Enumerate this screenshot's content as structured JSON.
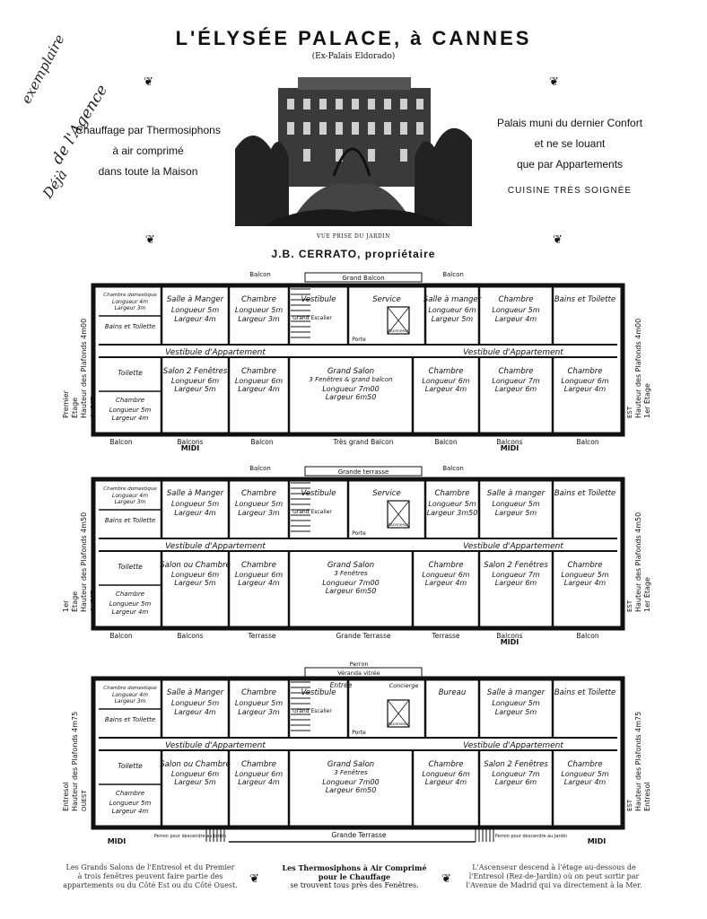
{
  "header": {
    "title": "L'ÉLYSÉE PALACE, à CANNES",
    "subtitle": "(Ex-Palais Eldorado)",
    "left_lines": [
      "Chauffage par Thermosiphons",
      "à air comprimé",
      "dans toute la Maison"
    ],
    "right_lines": [
      "Palais muni du dernier Confort",
      "et ne se louant",
      "que par Appartements",
      "CUISINE TRÈS SOIGNÉE"
    ],
    "photo_caption": "VUE PRISE DU JARDIN",
    "owner": "J.B. CERRATO, propriétaire"
  },
  "handwriting": {
    "top_left": [
      "exemplaire",
      "de l'Agence",
      "Déjà"
    ]
  },
  "floors": [
    {
      "label_left": [
        "Premier",
        "Étage",
        "Hauteur des Plafonds 4m00",
        "OUEST"
      ],
      "label_right": [
        "EST",
        "Hauteur des Plafonds 4m00",
        "1er Étage"
      ],
      "top_labels": [
        "Balcon",
        "Grand Balcon",
        "Balcon"
      ],
      "bottom_labels": [
        "Balcon",
        "Balcons",
        "MIDI",
        "Balcon",
        "Très grand Balcon",
        "Balcon",
        "Balcons",
        "MIDI",
        "Balcon"
      ],
      "corridor_left": "Vestibule d'Appartement",
      "corridor_right": "Vestibule d'Appartement",
      "rooms_top": [
        {
          "name": "Chambre domestique",
          "l": "Longueur 4m",
          "w": "Largeur 3m"
        },
        {
          "name": "Salle à Manger",
          "l": "Longueur 5m",
          "w": "Largeur 4m"
        },
        {
          "name": "Chambre",
          "l": "Longueur 5m",
          "w": "Largeur 3m"
        },
        {
          "name": "Vestibule",
          "l": "",
          "w": ""
        },
        {
          "name": "Service",
          "l": "",
          "w": ""
        },
        {
          "name": "Salle à manger",
          "l": "Longueur 6m",
          "w": "Largeur 5m"
        },
        {
          "name": "Chambre",
          "l": "Longueur 5m",
          "w": "Largeur 4m"
        },
        {
          "name": "Bains et Toilette",
          "l": "",
          "w": ""
        }
      ],
      "rooms_bottom": [
        {
          "name": "Chambre",
          "l": "Longueur 5m",
          "w": "Largeur 4m"
        },
        {
          "name": "Salon 2 Fenêtres",
          "l": "Longueur 6m",
          "w": "Largeur 5m"
        },
        {
          "name": "Chambre",
          "l": "Longueur 6m",
          "w": "Largeur 4m"
        },
        {
          "name": "Grand Salon 3 Fenêtres & grand balcon",
          "l": "Longueur 7m00",
          "w": "Largeur 6m50"
        },
        {
          "name": "Chambre",
          "l": "Longueur 6m",
          "w": "Largeur 4m"
        },
        {
          "name": "Chambre",
          "l": "Longueur 7m",
          "w": "Largeur 6m"
        },
        {
          "name": "Chambre",
          "l": "Longueur 6m",
          "w": "Largeur 4m"
        }
      ],
      "left_small": [
        "Bains et Toilette",
        "Toilette"
      ],
      "stairs": "Grand Escalier",
      "lift": "Ascenseur",
      "porte": "Porte"
    },
    {
      "label_left": [
        "1er",
        "Étage",
        "Hauteur des Plafonds 4m50",
        "OUEST"
      ],
      "label_right": [
        "EST",
        "Hauteur des Plafonds 4m50",
        "1er Étage"
      ],
      "top_labels": [
        "Balcon",
        "Grande terrasse",
        "Balcon"
      ],
      "bottom_labels": [
        "Balcon",
        "Balcons",
        "Terrasse",
        "Grande Terrasse",
        "Terrasse",
        "Balcons",
        "MIDI",
        "Balcon"
      ],
      "corridor_left": "Vestibule d'Appartement",
      "corridor_right": "Vestibule d'Appartement",
      "rooms_top": [
        {
          "name": "Chambre domestique",
          "l": "Longueur 4m",
          "w": "Largeur 3m"
        },
        {
          "name": "Salle à Manger",
          "l": "Longueur 5m",
          "w": "Largeur 4m"
        },
        {
          "name": "Chambre",
          "l": "Longueur 5m",
          "w": "Largeur 3m"
        },
        {
          "name": "Vestibule",
          "l": "",
          "w": ""
        },
        {
          "name": "Service",
          "l": "",
          "w": ""
        },
        {
          "name": "Chambre",
          "l": "Longueur 5m",
          "w": "Largeur 3m50"
        },
        {
          "name": "Salle à manger",
          "l": "Longueur 5m",
          "w": "Largeur 5m"
        },
        {
          "name": "Bains et Toilette",
          "l": "",
          "w": ""
        }
      ],
      "rooms_bottom": [
        {
          "name": "Chambre",
          "l": "Longueur 5m",
          "w": "Largeur 4m"
        },
        {
          "name": "Salon ou Chambre",
          "l": "Longueur 6m",
          "w": "Largeur 5m"
        },
        {
          "name": "Chambre",
          "l": "Longueur 6m",
          "w": "Largeur 4m"
        },
        {
          "name": "Grand Salon 3 Fenêtres",
          "l": "Longueur 7m00",
          "w": "Largeur 6m50"
        },
        {
          "name": "Chambre",
          "l": "Longueur 6m",
          "w": "Largeur 4m"
        },
        {
          "name": "Salon 2 Fenêtres",
          "l": "Longueur 7m",
          "w": "Largeur 6m"
        },
        {
          "name": "Chambre",
          "l": "Longueur 5m",
          "w": "Largeur 4m"
        }
      ],
      "left_small": [
        "Bains et Toilette",
        "Toilette"
      ],
      "stairs": "Grand Escalier",
      "lift": "Ascenseur",
      "porte": "Porte"
    },
    {
      "label_left": [
        "Entresol",
        "Hauteur des Plafonds 4m75",
        "OUEST"
      ],
      "label_right": [
        "EST",
        "Hauteur des Plafonds 4m75",
        "Entresol"
      ],
      "top_labels": [
        "Perron",
        "Véranda vitrée",
        "Entrée",
        "Concierge"
      ],
      "bottom_labels": [
        "MIDI",
        "Perron pour descendre au Jardin",
        "Grande Terrasse",
        "Perron pour descendre au Jardin",
        "MIDI"
      ],
      "corridor_left": "Vestibule d'Appartement",
      "corridor_right": "Vestibule d'Appartement",
      "rooms_top": [
        {
          "name": "Chambre domestique",
          "l": "Longueur 4m",
          "w": "Largeur 3m"
        },
        {
          "name": "Salle à Manger",
          "l": "Longueur 5m",
          "w": "Largeur 4m"
        },
        {
          "name": "Chambre",
          "l": "Longueur 5m",
          "w": "Largeur 3m"
        },
        {
          "name": "Vestibule",
          "l": "",
          "w": ""
        },
        {
          "name": "",
          "l": "",
          "w": ""
        },
        {
          "name": "Bureau",
          "l": "",
          "w": ""
        },
        {
          "name": "Salle à manger",
          "l": "Longueur 5m",
          "w": "Largeur 5m"
        },
        {
          "name": "Bains et Toilette",
          "l": "",
          "w": ""
        }
      ],
      "rooms_bottom": [
        {
          "name": "Chambre",
          "l": "Longueur 5m",
          "w": "Largeur 4m"
        },
        {
          "name": "Salon ou Chambre",
          "l": "Longueur 6m",
          "w": "Largeur 5m"
        },
        {
          "name": "Chambre",
          "l": "Longueur 6m",
          "w": "Largeur 4m"
        },
        {
          "name": "Grand Salon 3 Fenêtres",
          "l": "Longueur 7m00",
          "w": "Largeur 6m50"
        },
        {
          "name": "Chambre",
          "l": "Longueur 6m",
          "w": "Largeur 4m"
        },
        {
          "name": "Salon 2 Fenêtres",
          "l": "Longueur 7m",
          "w": "Largeur 6m"
        },
        {
          "name": "Chambre",
          "l": "Longueur 5m",
          "w": "Largeur 4m"
        }
      ],
      "left_small": [
        "Bains et Toilette",
        "Toilette"
      ],
      "stairs": "Grand Escalier",
      "lift": "Ascenseur",
      "porte": "Porte"
    }
  ],
  "footer": {
    "left": "Les Grands Salons de l'Entresol et du Premier à trois fenêtres peuvent faire partie des appartements ou du Côté Est ou du Côté Ouest.",
    "center_lines": [
      "Les Thermosiphons à Air Comprimé",
      "pour le Chauffage",
      "se trouvent tous près des Fenêtres."
    ],
    "right": "L'Ascenseur descend à l'étage au-dessous de l'Entresol (Rez-de-Jardin) où on peut sortir par l'Avenue de Madrid qui va directement à la Mer."
  }
}
